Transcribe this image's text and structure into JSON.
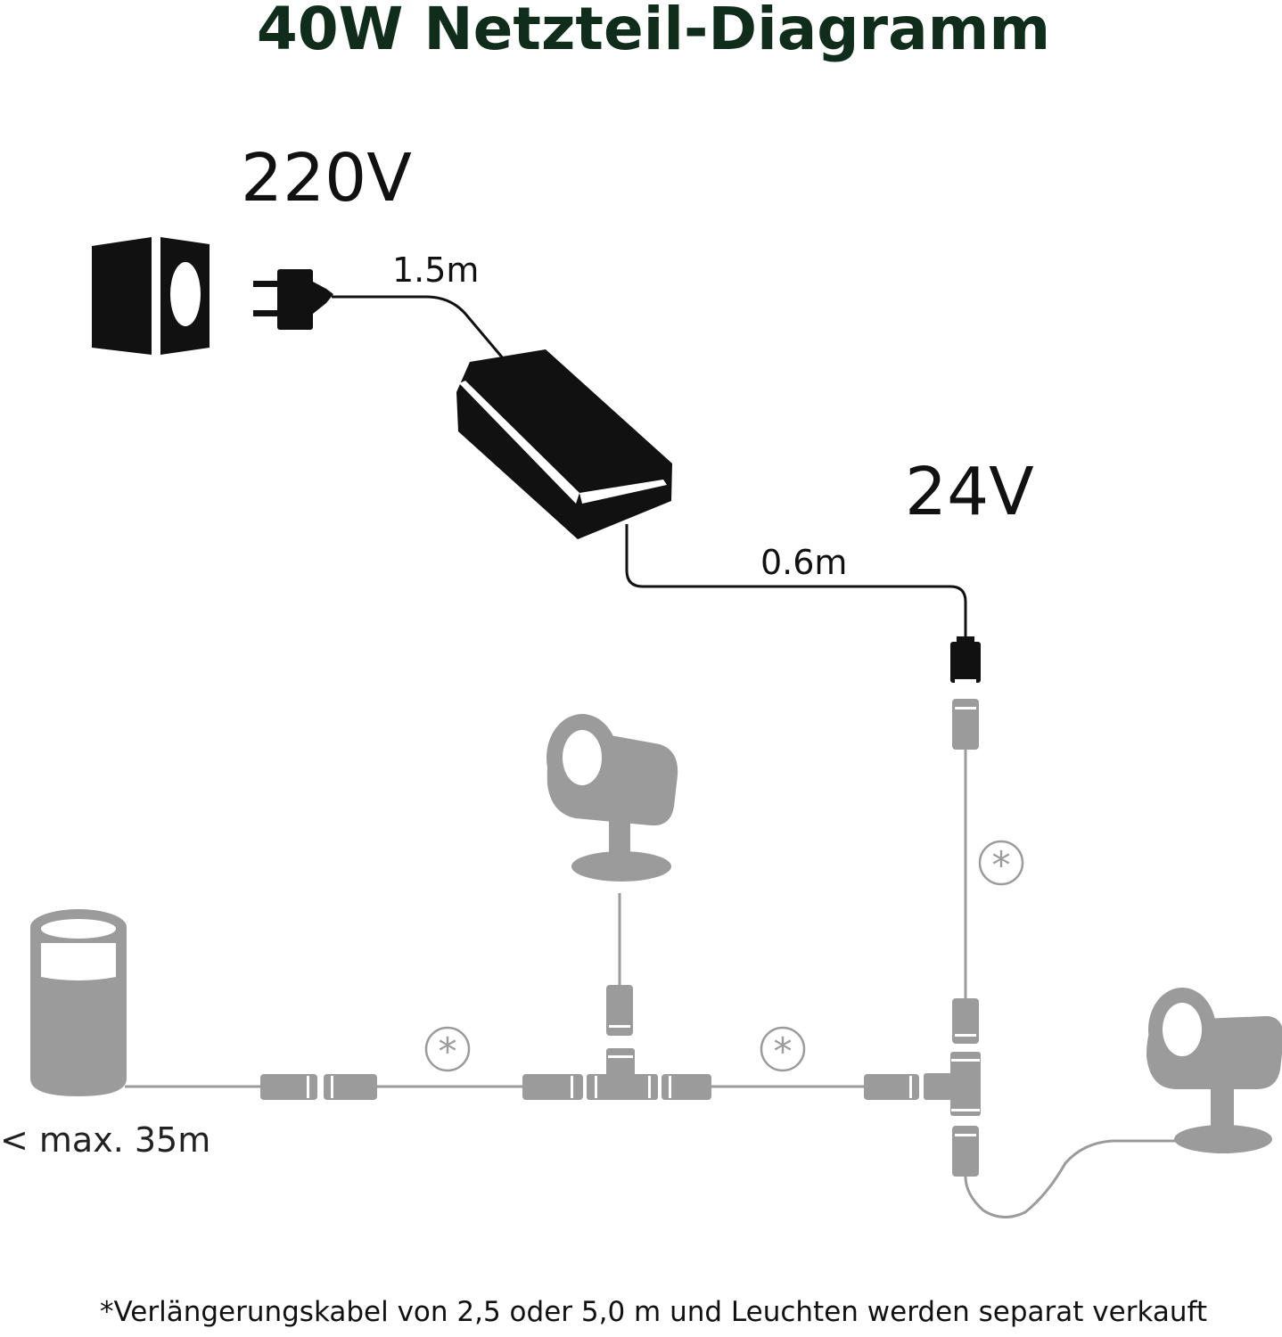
{
  "title": "40W Netzteil-Diagramm",
  "labels": {
    "input_voltage": "220V",
    "output_voltage": "24V",
    "input_cable_length": "1.5m",
    "output_cable_length": "0.6m",
    "max_length": "< max. 35m",
    "extension_marker": "*"
  },
  "footnote": "*Verlängerungskabel von 2,5 oder 5,0 m und Leuchten werden separat verkauft",
  "colors": {
    "title": "#0f2d1a",
    "device": "#111111",
    "accessory": "#9b9b9b"
  },
  "icons": [
    "wall-socket-icon",
    "plug-icon",
    "power-supply-icon",
    "spotlight-icon",
    "bollard-light-icon",
    "t-connector-icon",
    "cable-connector-icon"
  ]
}
